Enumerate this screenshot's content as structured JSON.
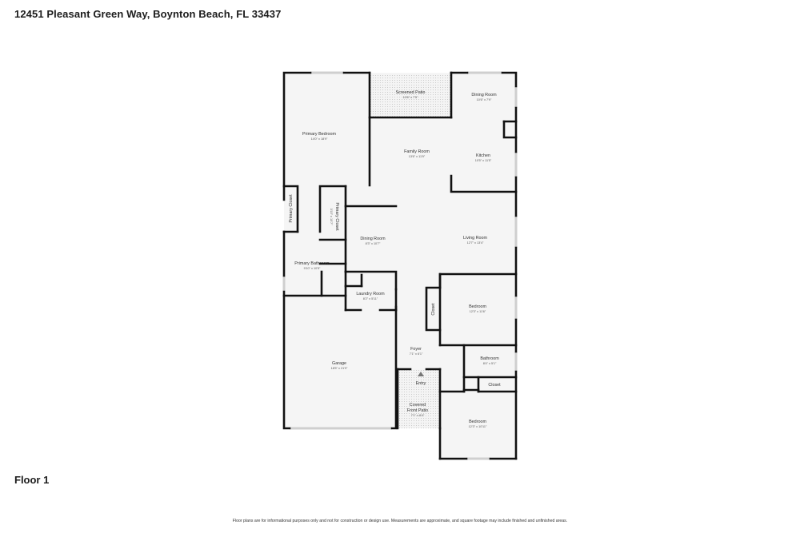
{
  "header": {
    "address": "12451 Pleasant Green Way, Boynton Beach, FL 33437"
  },
  "floor": {
    "label": "Floor 1"
  },
  "rooms": {
    "screened_patio": {
      "name": "Screened Patio",
      "dims": "13'6\" x 7'5\""
    },
    "dining_room": {
      "name": "Dining Room",
      "dims": "10'6\" x 7'9\""
    },
    "primary_bedroom": {
      "name": "Primary Bedroom",
      "dims": "14'0\" x 18'9\""
    },
    "family_room": {
      "name": "Family Room",
      "dims": "13'6\" x 11'9\""
    },
    "kitchen": {
      "name": "Kitchen",
      "dims": "10'5\" x 11'5\""
    },
    "primary_closet_a": {
      "name": "Primary Closet"
    },
    "primary_closet_b": {
      "name": "Primary Closet",
      "dims": "3'10\" x 10'7\""
    },
    "dining_room_2": {
      "name": "Dining Room",
      "dims": "8'3\" x 10'7\""
    },
    "living_room": {
      "name": "Living Room",
      "dims": "12'7\" x 13'4\""
    },
    "primary_bathroom": {
      "name": "Primary Bathroom",
      "dims": "9'10\" x 10'5\""
    },
    "laundry_room": {
      "name": "Laundry Room",
      "dims": "8'2\" x 5'11\""
    },
    "closet_vertical": {
      "name": "Closet"
    },
    "bedroom_1": {
      "name": "Bedroom",
      "dims": "12'3\" x 11'6\""
    },
    "foyer": {
      "name": "Foyer",
      "dims": "7'1\" x 6'1\""
    },
    "bathroom": {
      "name": "Bathroom",
      "dims": "8'4\" x 5'1\""
    },
    "garage": {
      "name": "Garage",
      "dims": "18'5\" x 21'9\""
    },
    "entry": {
      "name": "Entry"
    },
    "closet_small": {
      "name": "Closet"
    },
    "covered_front_patio": {
      "name_line1": "Covered",
      "name_line2": "Front Patio",
      "dims": "7'1\" x 8'4\""
    },
    "bedroom_2": {
      "name": "Bedroom",
      "dims": "12'3\" x 10'11\""
    }
  },
  "footer": {
    "disclaimer": "Floor plans are for informational purposes only and not for construction or design use. Measurements are approximate, and square footage may include finished and unfinished areas."
  },
  "colors": {
    "floor_fill": "#f5f5f5",
    "wall": "#111111",
    "patio_hatch": "#bbbbbb"
  }
}
